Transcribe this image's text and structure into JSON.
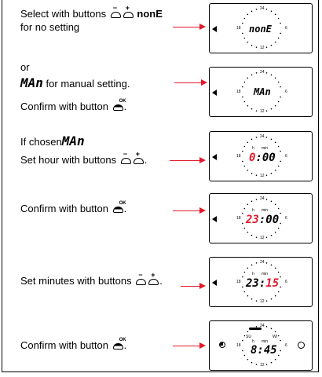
{
  "instructions": {
    "s1": {
      "line1_prefix": "Select with buttons",
      "line1_value": "nonE",
      "line2": "for no setting"
    },
    "s2": {
      "or": "or",
      "manual_code": "MAn",
      "manual_text": "for manual setting.",
      "confirm": "Confirm with button"
    },
    "s3": {
      "if_chosen": "If chosen",
      "code": "MAn",
      "set_hour": "Set hour with buttons"
    },
    "s4": {
      "confirm": "Confirm with button"
    },
    "s5": {
      "set_minutes": "Set minutes with buttons"
    },
    "s6": {
      "confirm": "Confirm with button"
    }
  },
  "buttons": {
    "minus": "−",
    "plus": "+",
    "ok": "OK",
    "period": "."
  },
  "dial": {
    "top": "24",
    "bottom": "12",
    "left": "18",
    "right": "6"
  },
  "displays": {
    "d1": {
      "text": "nonE"
    },
    "d2": {
      "text": "MAn"
    },
    "d3": {
      "label_h": "h",
      "label_min": "min",
      "hour": "0",
      "rest": ":00"
    },
    "d4": {
      "label_h": "h",
      "label_min": "min",
      "hour": "23",
      "rest": ":00"
    },
    "d5": {
      "label_h": "h",
      "label_min": "min",
      "hour": "23",
      "colon": ":",
      "minutes": "15"
    },
    "d6": {
      "label_h": "h",
      "label_min": "min",
      "day_su": "SU",
      "day_wi": "WI",
      "time": "8:45"
    }
  },
  "colors": {
    "arrow": "#e2182a",
    "highlight": "#e2182a"
  },
  "icons": [
    "minus-button-icon",
    "plus-button-icon",
    "ok-button-icon",
    "red-arrow-icon",
    "clock-dial-icon",
    "pointer-triangle-icon",
    "moon-icon",
    "sun-icon"
  ]
}
